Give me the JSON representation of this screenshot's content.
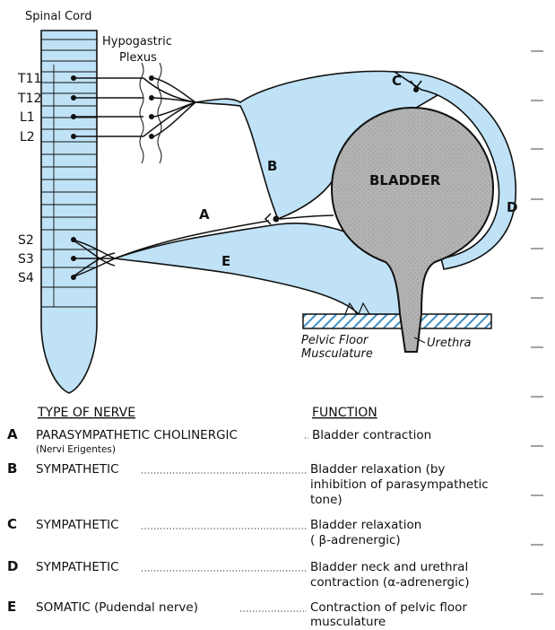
{
  "diagram": {
    "spinal_cord_label": "Spinal Cord",
    "plexus_label_1": "Hypogastric",
    "plexus_label_2": "Plexus",
    "segments_upper": [
      "T11",
      "T12",
      "L1",
      "L2"
    ],
    "segments_lower": [
      "S2",
      "S3",
      "S4"
    ],
    "bladder_label": "BLADDER",
    "nerve_letters": {
      "A": "A",
      "B": "B",
      "C": "C",
      "D": "D",
      "E": "E"
    },
    "pelvic_floor_1": "Pelvic Floor",
    "pelvic_floor_2": "Musculature",
    "urethra_label": "Urethra"
  },
  "colors": {
    "nerve_fill": "#bfe2f6",
    "bladder_fill": "#b3b3b3",
    "floor_hatch": "#3d8fc4",
    "ink": "#111111"
  },
  "legend": {
    "header_type": "TYPE OF NERVE",
    "header_function": "FUNCTION",
    "rows": [
      {
        "letter": "A",
        "type": "PARASYMPATHETIC CHOLINERGIC",
        "type_note": "(Nervi Erigentes)",
        "function_lines": [
          "Bladder contraction"
        ]
      },
      {
        "letter": "B",
        "type": "SYMPATHETIC",
        "type_note": "",
        "function_lines": [
          "Bladder relaxation (by",
          "inhibition of parasympathetic",
          "tone)"
        ]
      },
      {
        "letter": "C",
        "type": "SYMPATHETIC",
        "type_note": "",
        "function_lines": [
          "Bladder relaxation",
          "( β-adrenergic)"
        ]
      },
      {
        "letter": "D",
        "type": "SYMPATHETIC",
        "type_note": "",
        "function_lines": [
          "Bladder neck and urethral",
          "contraction (α-adrenergic)"
        ]
      },
      {
        "letter": "E",
        "type": "SOMATIC (Pudendal nerve)",
        "type_note": "",
        "function_lines": [
          "Contraction of pelvic floor",
          "musculature"
        ]
      }
    ]
  }
}
